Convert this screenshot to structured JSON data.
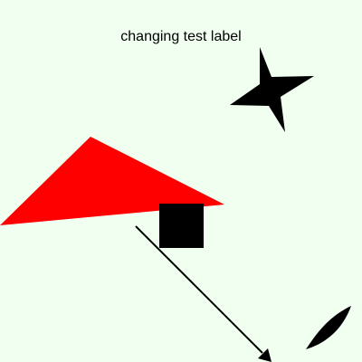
{
  "label": {
    "text": "changing test label"
  },
  "colors": {
    "background": "#f0fff0",
    "red_shape": "#ff0000",
    "dark_shapes": "#000000"
  },
  "shapes": [
    {
      "name": "four-point-star",
      "kind": "star"
    },
    {
      "name": "red-triangle",
      "kind": "triangle"
    },
    {
      "name": "black-square",
      "kind": "square"
    },
    {
      "name": "diagonal-arrow",
      "kind": "arrow"
    },
    {
      "name": "leaf-shape",
      "kind": "leaf"
    }
  ]
}
